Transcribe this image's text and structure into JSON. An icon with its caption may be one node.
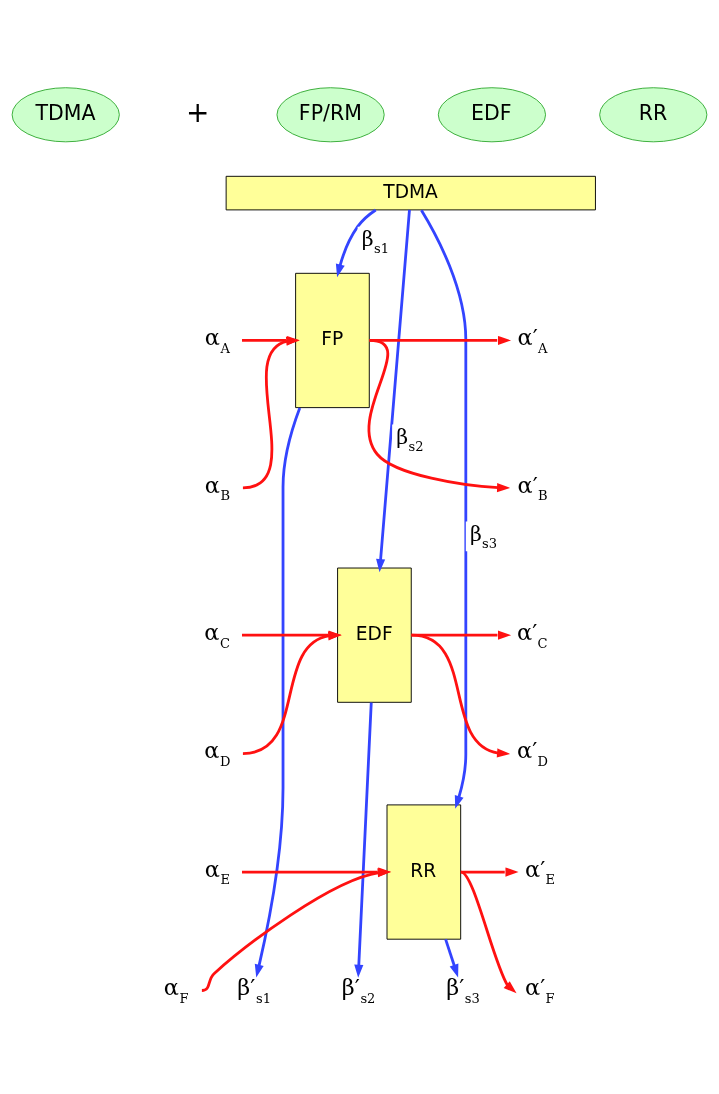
{
  "diagram": {
    "nodes": [
      {
        "text": [
          "TDMA"
        ]
      },
      {
        "text": [
          "FP/RM"
        ]
      },
      {
        "text": [
          "EDF"
        ]
      },
      {
        "text": [
          "RR"
        ]
      },
      {
        "text": [
          "TDMA"
        ]
      },
      {
        "text": [
          "α$_{A}$"
        ]
      },
      {
        "text": [
          "FP"
        ]
      },
      {
        "text": [
          "α′$_{A}$"
        ]
      },
      {
        "text": [
          "α$_{B}$"
        ]
      },
      {
        "text": [
          "α′$_{B}$"
        ]
      },
      {
        "text": [
          "α$_{C}$"
        ]
      },
      {
        "text": [
          "EDF"
        ]
      },
      {
        "text": [
          "α′$_{C}$"
        ]
      },
      {
        "text": [
          "α$_{D}$"
        ]
      },
      {
        "text": [
          "α′$_{D}$"
        ]
      },
      {
        "text": [
          "α$_{E}$"
        ]
      },
      {
        "text": [
          "RR"
        ]
      },
      {
        "text": [
          "α′$_{E}$"
        ]
      },
      {
        "text": [
          "α$_{F}$"
        ]
      },
      {
        "text": [
          "α′$_{F}$"
        ]
      },
      {
        "text": [
          "β′$_{s1}$"
        ]
      },
      {
        "text": [
          "β′$_{s2}$"
        ]
      },
      {
        "text": [
          "β′$_{s3}$"
        ]
      }
    ],
    "edges": [
      {
        "from": 4,
        "to": 6,
        "arrow": "to",
        "label": "β$_{s1}$",
        "color": "#3344ff"
      },
      {
        "from": 4,
        "to": 11,
        "arrow": "to",
        "label": "β$_{s2}$",
        "color": "#3344ff"
      },
      {
        "from": 4,
        "to": 16,
        "arrow": "to",
        "label": "β$_{s3}$",
        "color": "#3344ff"
      },
      {
        "from": 5,
        "to": 6,
        "arrow": "to"
      },
      {
        "from": 6,
        "to": 7,
        "arrow": "to"
      },
      {
        "from": 8,
        "to": 6,
        "arrow": "to"
      },
      {
        "from": 6,
        "to": 9,
        "arrow": "to"
      },
      {
        "from": 10,
        "to": 11,
        "arrow": "to"
      },
      {
        "from": 11,
        "to": 12,
        "arrow": "to"
      },
      {
        "from": 13,
        "to": 11,
        "arrow": "to"
      },
      {
        "from": 11,
        "to": 14,
        "arrow": "to"
      },
      {
        "from": 15,
        "to": 16,
        "arrow": "to"
      },
      {
        "from": 16,
        "to": 17,
        "arrow": "to"
      },
      {
        "from": 18,
        "to": 16,
        "arrow": "to"
      },
      {
        "from": 16,
        "to": 19,
        "arrow": "to"
      },
      {
        "from": 6,
        "to": 20,
        "arrow": "to",
        "color": "#3344ff"
      },
      {
        "from": 11,
        "to": 21,
        "arrow": "to",
        "color": "#3344ff"
      },
      {
        "from": 16,
        "to": 22,
        "arrow": "to",
        "color": "#3344ff"
      }
    ],
    "labels": [
      "+"
    ]
  }
}
